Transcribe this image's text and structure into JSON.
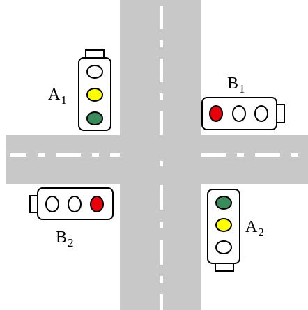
{
  "title_fragment": "g",
  "colors": {
    "road": "#c8c8c8",
    "lane_mark": "#ffffff",
    "housing_stroke": "#000000",
    "light_off": "#ffffff",
    "red": "#e8000b",
    "yellow": "#ffff00",
    "green": "#3a8a5c"
  },
  "traffic_lights": [
    {
      "id": "A",
      "sub": "1",
      "orientation": "vertical",
      "lights": [
        "off",
        "yellow",
        "green"
      ]
    },
    {
      "id": "B",
      "sub": "1",
      "orientation": "horizontal",
      "lights": [
        "red",
        "off",
        "off"
      ]
    },
    {
      "id": "B",
      "sub": "2",
      "orientation": "horizontal",
      "lights": [
        "off",
        "off",
        "red"
      ]
    },
    {
      "id": "A",
      "sub": "2",
      "orientation": "vertical",
      "lights": [
        "green",
        "yellow",
        "off"
      ]
    }
  ]
}
